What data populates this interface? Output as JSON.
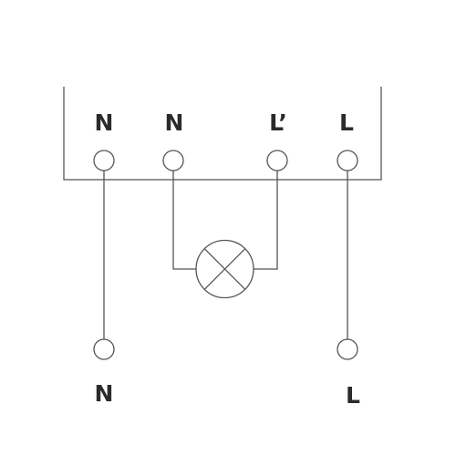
{
  "device_terminals": {
    "labels": [
      "N",
      "N",
      "L’",
      "L"
    ]
  },
  "supply_terminals": {
    "labels": [
      "N",
      "L"
    ]
  },
  "colors": {
    "line": "#555555",
    "text": "#2b2b2b",
    "background": "#ffffff"
  }
}
